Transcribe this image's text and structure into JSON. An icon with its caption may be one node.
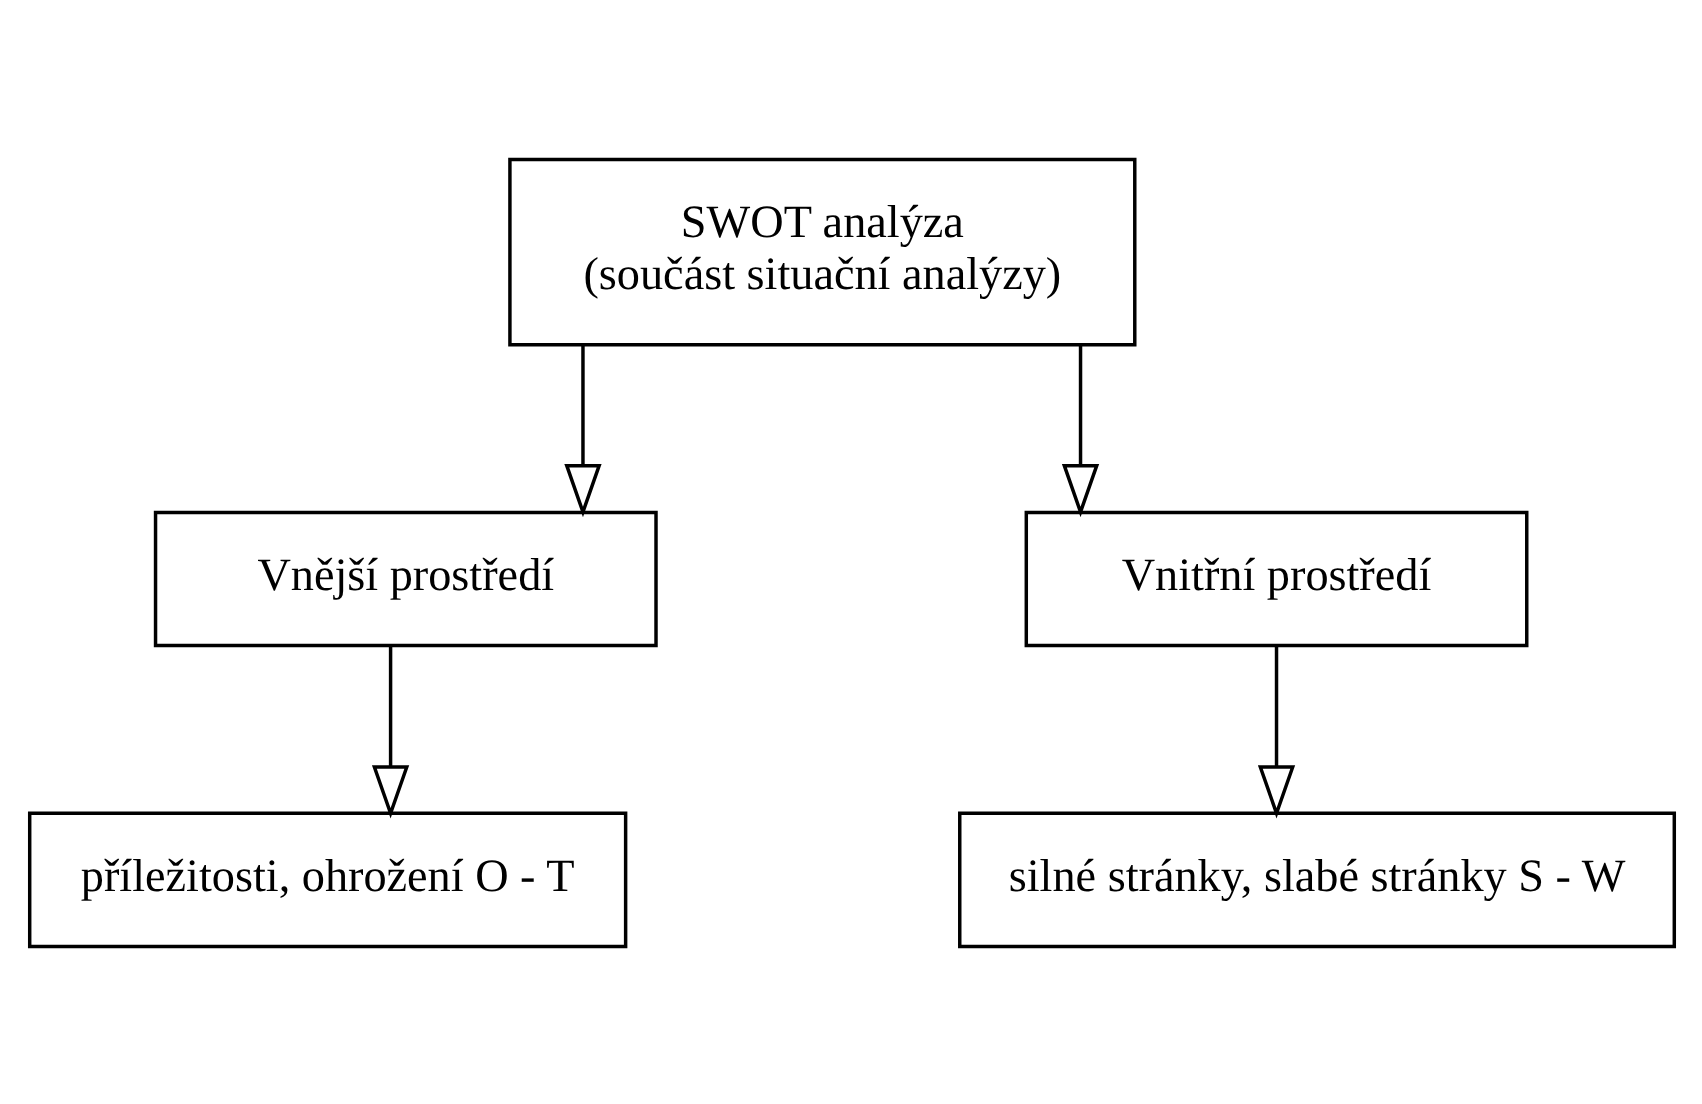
{
  "diagram": {
    "nodes": [
      {
        "text": [
          "SWOT analýza",
          "(součást situační analýzy)"
        ]
      },
      {
        "text": [
          "Vnější prostředí"
        ]
      },
      {
        "text": [
          "Vnitřní prostředí"
        ]
      },
      {
        "text": [
          "příležitosti, ohrožení O - T"
        ]
      },
      {
        "text": [
          "silné stránky, slabé stránky S - W"
        ]
      }
    ],
    "edges": [
      {
        "from": 0,
        "to": 1,
        "arrow": "to"
      },
      {
        "from": 0,
        "to": 2,
        "arrow": "to"
      },
      {
        "from": 1,
        "to": 3,
        "arrow": "to"
      },
      {
        "from": 2,
        "to": 4,
        "arrow": "to"
      }
    ]
  }
}
